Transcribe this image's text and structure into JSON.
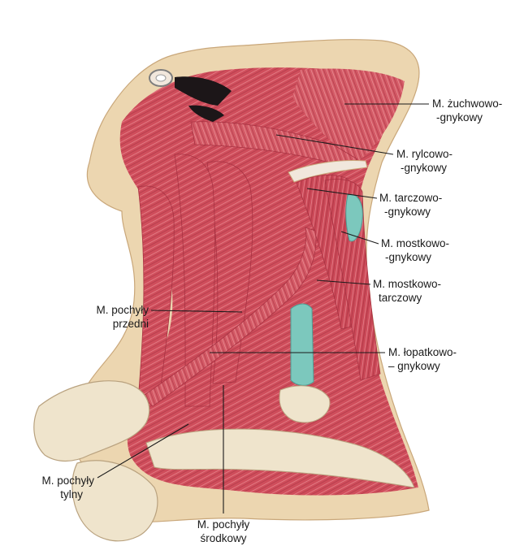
{
  "colors": {
    "muscle": "#d0505e",
    "muscle_dark": "#a83242",
    "muscle_light": "#e98a90",
    "skin": "#ecd6b0",
    "bone": "#efe4cc",
    "tendon": "#f1e7dc",
    "trachea": "#7cc8bd",
    "shadow": "#1c1618",
    "ink": "#1a1a1a"
  },
  "labels": [
    {
      "id": "zuchwowo-gnykowy",
      "lines": [
        "M. żuchwowo-",
        "-gnykowy"
      ]
    },
    {
      "id": "rylcowo-gnykowy",
      "lines": [
        "M. rylcowo-",
        "-gnykowy"
      ]
    },
    {
      "id": "tarczowo-gnykowy",
      "lines": [
        "M. tarczowo-",
        "-gnykowy"
      ]
    },
    {
      "id": "mostkowo-gnykowy",
      "lines": [
        "M. mostkowo-",
        "-gnykowy"
      ]
    },
    {
      "id": "mostkowo-tarczowy",
      "lines": [
        "M. mostkowo-",
        "tarczowy"
      ]
    },
    {
      "id": "lopatkowo-gnykowy",
      "lines": [
        "M. łopatkowo-",
        "– gnykowy"
      ]
    },
    {
      "id": "pochyly-przedni",
      "lines": [
        "M. pochyły",
        "przedni"
      ]
    },
    {
      "id": "pochyly-tylny",
      "lines": [
        "M. pochyły",
        "tylny"
      ]
    },
    {
      "id": "pochyly-srodkowy",
      "lines": [
        "M. pochyły",
        "środkowy"
      ]
    }
  ]
}
